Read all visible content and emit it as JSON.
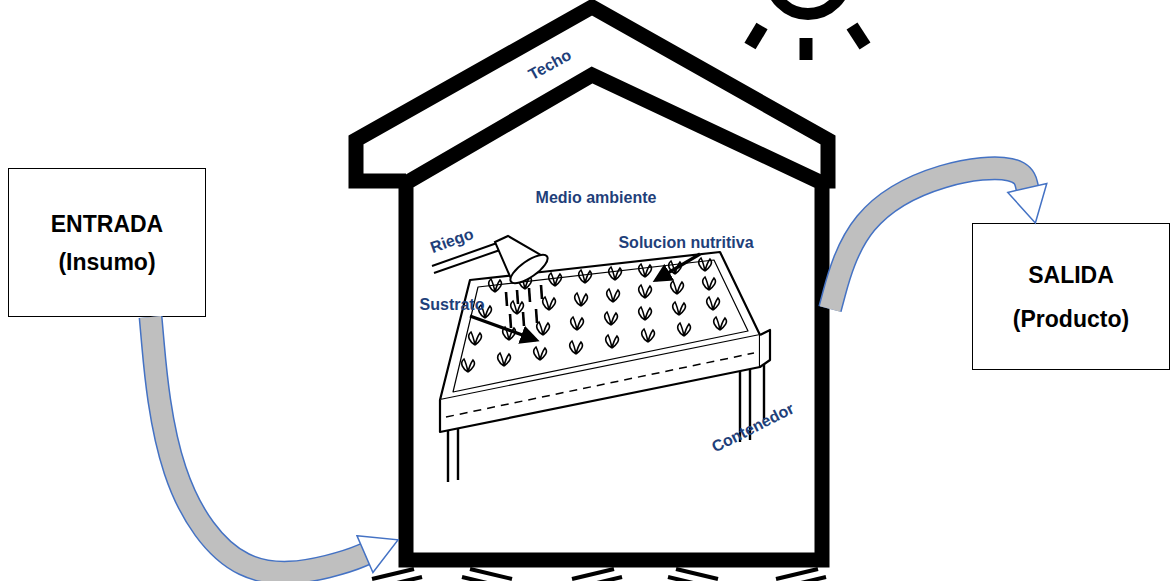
{
  "diagram": {
    "nodes": [
      {
        "text": [
          "ENTRADA",
          "(Insumo)"
        ]
      },
      {
        "text": [
          "Medio ambiente"
        ]
      },
      {
        "text": [
          "SALIDA",
          "(Producto)"
        ]
      }
    ],
    "edges": [
      {
        "from": 0,
        "to": 1,
        "arrow": "to"
      },
      {
        "from": 1,
        "to": 2,
        "arrow": "to"
      }
    ],
    "labels": [
      "Techo",
      "Riego",
      "Solucion nutritiva",
      "Sustrato",
      "Contenedor"
    ]
  }
}
